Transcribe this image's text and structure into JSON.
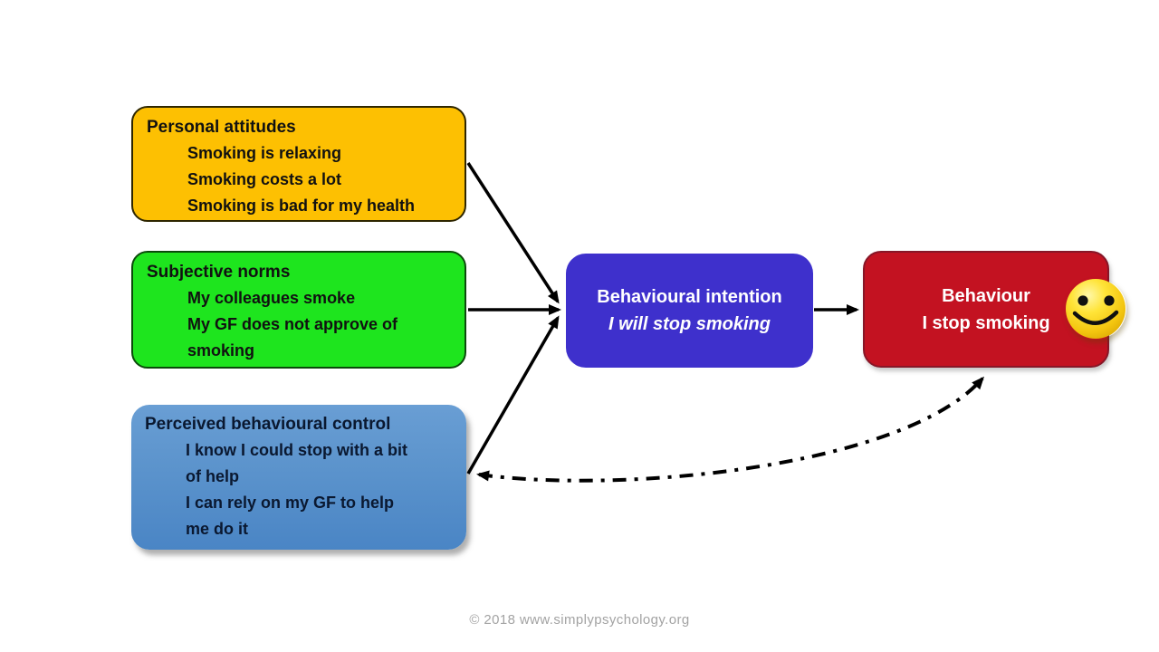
{
  "diagram": {
    "title_implicit": "Theory of planned behaviour example (stop smoking)",
    "boxes": {
      "attitudes": {
        "title": "Personal attitudes",
        "lines": [
          "Smoking is relaxing",
          "Smoking costs a lot",
          "Smoking is bad for my health"
        ],
        "fill": "#FDC002",
        "border": "#2E2600"
      },
      "norms": {
        "title": "Subjective norms",
        "lines": [
          "My colleagues smoke",
          "My GF does not approve of",
          "smoking"
        ],
        "fill": "#1EE51E",
        "border": "#0B4A0B"
      },
      "control": {
        "title": "Perceived behavioural control",
        "lines": [
          "I know I could stop with a bit",
          "of help",
          "I can rely on my GF to help",
          "me do it"
        ],
        "fill_top": "#699ED4",
        "fill_bottom": "#4A85C5"
      },
      "intention": {
        "title": "Behavioural intention",
        "subtitle": "I will stop smoking",
        "fill": "#3E30CC",
        "text_color": "#FFFFFF"
      },
      "behaviour": {
        "title": "Behaviour",
        "subtitle": "I stop smoking",
        "fill": "#C31221",
        "border": "#871627",
        "text_color": "#FFFFFF"
      }
    },
    "icons": {
      "smiley": "smiley-face-icon",
      "smiley_color": "#F3C50F"
    },
    "arrows": {
      "solid_color": "#000000",
      "feedback_style": "dash-dot",
      "feedback_color": "#000000"
    }
  },
  "footer": {
    "text": "© 2018 www.simplypsychology.org"
  }
}
